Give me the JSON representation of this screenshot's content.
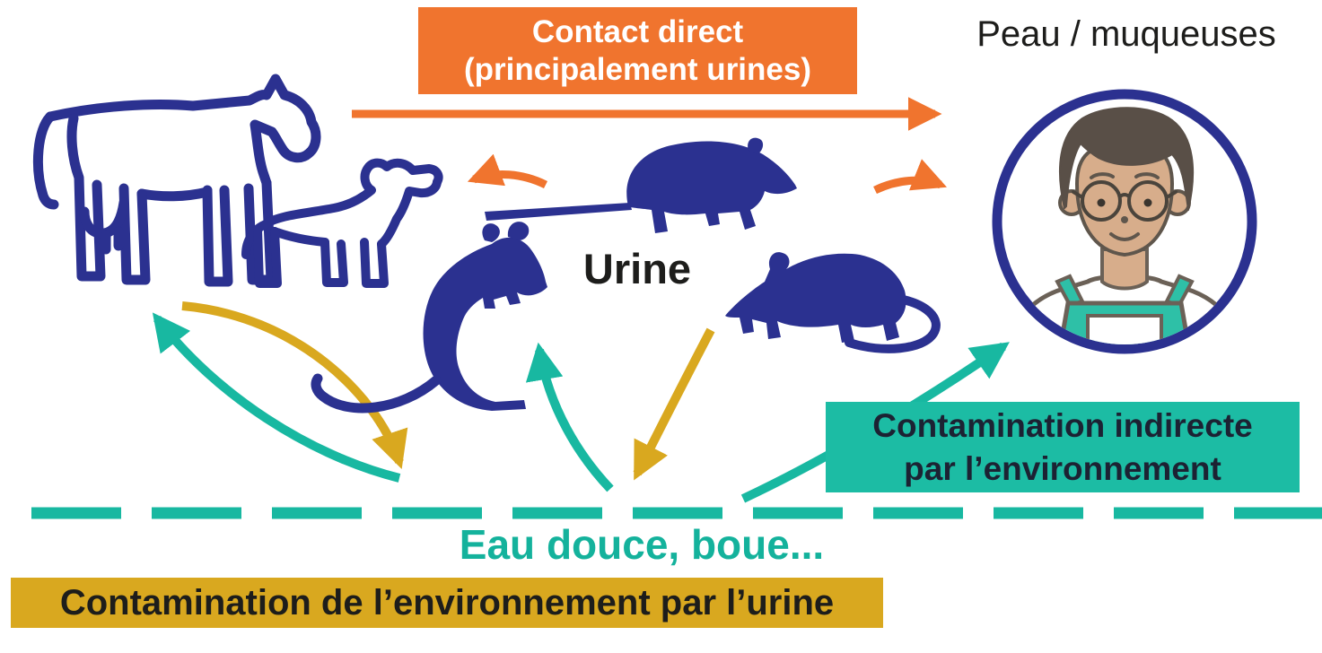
{
  "diagram": {
    "title_hidden": "",
    "labels": {
      "direct_contact": {
        "line1": "Contact direct",
        "line2": "(principalement urines)",
        "bg": "#F0742E",
        "text_color": "#FFFFFF"
      },
      "skin": {
        "text": "Peau / muqueuses",
        "color": "#1D1D1B"
      },
      "urine": {
        "text": "Urine",
        "color": "#1D1D1B"
      },
      "indirect_contamination": {
        "line1": "Contamination indirecte",
        "line2": "par l’environnement",
        "bg": "#1CBCA4",
        "text_color": "#1C2233"
      },
      "water": {
        "text": "Eau douce, boue...",
        "color": "#14B29C"
      },
      "environment_contamination": {
        "text": "Contamination de l’environnement par l’urine",
        "bg": "#D9A81F",
        "text_color": "#1D1D1B"
      }
    },
    "palette": {
      "navy_animals": "#2B3190",
      "orange_arrows": "#F0742E",
      "teal_arrows": "#18B8A1",
      "gold_arrows": "#D9A81F",
      "avatar_skin": "#D7AD8B",
      "avatar_hair": "#594F47",
      "avatar_outline": "#6B6157",
      "avatar_apron": "#2EC0A7"
    },
    "figures": [
      {
        "name": "cow-icon",
        "style": "navy line art"
      },
      {
        "name": "dog-icon",
        "style": "navy line art"
      },
      {
        "name": "rat-running-icon",
        "style": "navy silhouette"
      },
      {
        "name": "rat-sitting-icon",
        "style": "navy silhouette"
      },
      {
        "name": "rat-crawling-icon",
        "style": "navy silhouette"
      },
      {
        "name": "human-avatar",
        "style": "person with glasses and teal apron in navy circle"
      },
      {
        "name": "water-dashed-line",
        "style": "teal dashes"
      }
    ]
  }
}
